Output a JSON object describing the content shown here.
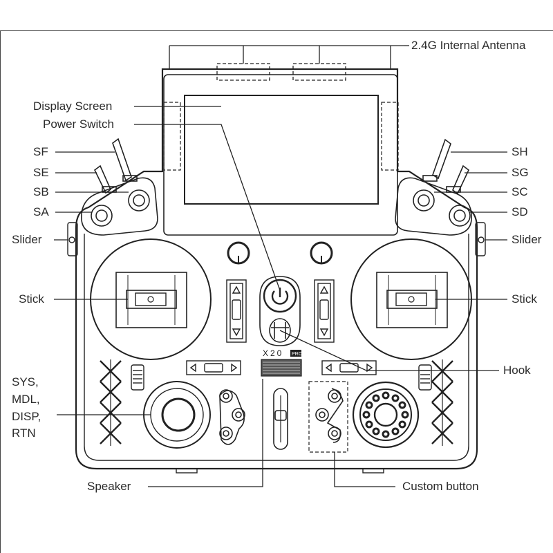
{
  "labels": {
    "antenna": "2.4G Internal Antenna",
    "display_screen": "Display Screen",
    "power_switch": "Power Switch",
    "sf": "SF",
    "se": "SE",
    "sb": "SB",
    "sa": "SA",
    "sh": "SH",
    "sg": "SG",
    "sc": "SC",
    "sd": "SD",
    "slider_left": "Slider",
    "slider_right": "Slider",
    "stick_left": "Stick",
    "stick_right": "Stick",
    "sys_group": [
      "SYS,",
      "MDL,",
      "DISP,",
      "RTN"
    ],
    "hook": "Hook",
    "speaker": "Speaker",
    "custom_button": "Custom button",
    "model_mark": "X20",
    "model_badge": "PRO"
  },
  "colors": {
    "stroke": "#222222",
    "label": "#2b2b2b"
  }
}
